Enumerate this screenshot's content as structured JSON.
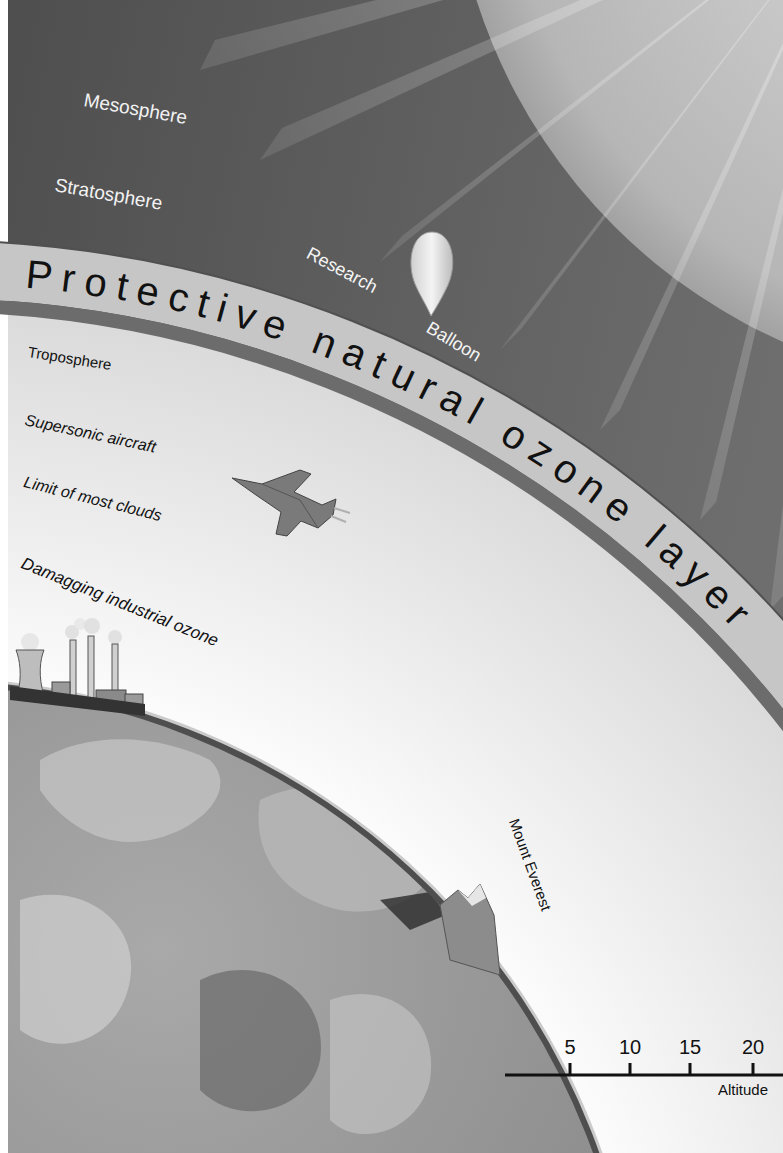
{
  "diagram": {
    "nodes": [
      {
        "text": [
          "Protective natural ozone layer"
        ]
      }
    ],
    "labels": [
      "Mesosphere",
      "Stratosphere",
      "Research",
      "Balloon",
      "Troposphere",
      "Supersonic aircraft",
      "Limit of most clouds",
      "Damagging industrial ozone",
      "Mount Everest",
      "5",
      "10",
      "15",
      "20",
      "Altitude"
    ]
  }
}
